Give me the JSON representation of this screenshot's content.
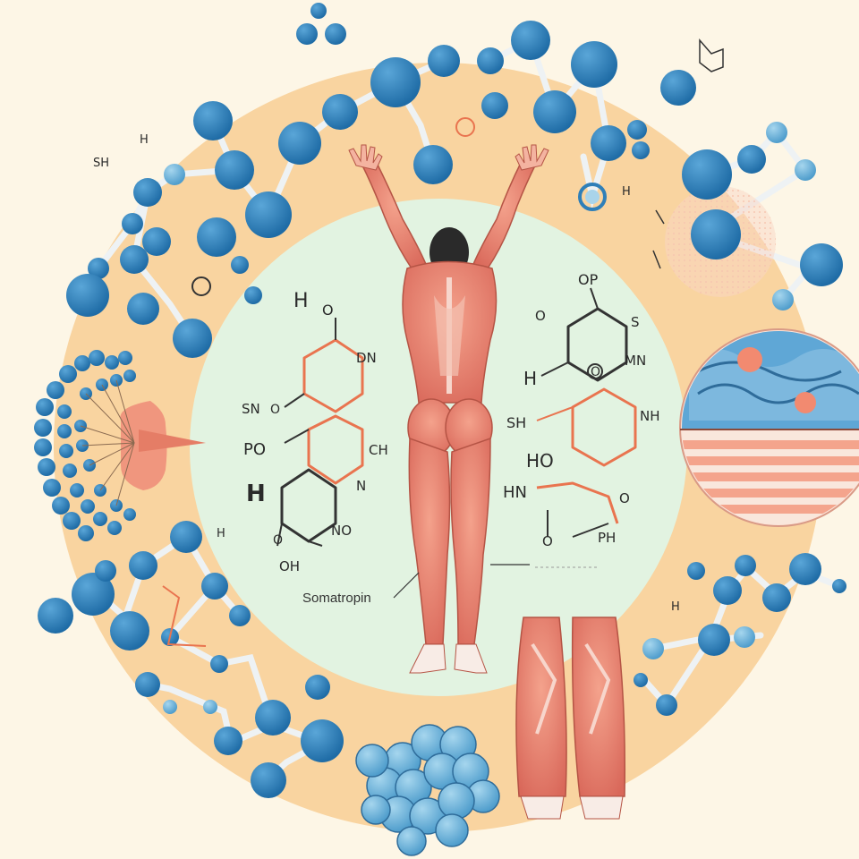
{
  "main_label": "Somatropin",
  "colors": {
    "background": "#fdf6e6",
    "outer_ring": "#f9d4a0",
    "inner_circle": "#e2f3e1",
    "atom": "#2f7fb8",
    "atom_light": "#a9d4ea",
    "bond": "#eef2f4",
    "muscle": "#e8806e",
    "ring_orange": "#e9744f",
    "tissue_blue": "#5fa7d6",
    "tissue_stripe": "#f4a48c"
  },
  "left_structure": {
    "labels": [
      "H",
      "O",
      "DN",
      "SN",
      "O",
      "PO",
      "CH",
      "H",
      "N",
      "O",
      "NO",
      "OH"
    ]
  },
  "right_structure": {
    "labels": [
      "OP",
      "O",
      "S",
      "H",
      "O",
      "MN",
      "SH",
      "NH",
      "HO",
      "HN",
      "O",
      "O",
      "PH"
    ]
  },
  "scattered_labels": [
    "SH",
    "H",
    "H",
    "H",
    "H"
  ],
  "icons": [
    "human-figure-icon",
    "leg-muscles-icon",
    "cell-cluster-icon",
    "tissue-cross-section-icon",
    "receptor-icon"
  ]
}
